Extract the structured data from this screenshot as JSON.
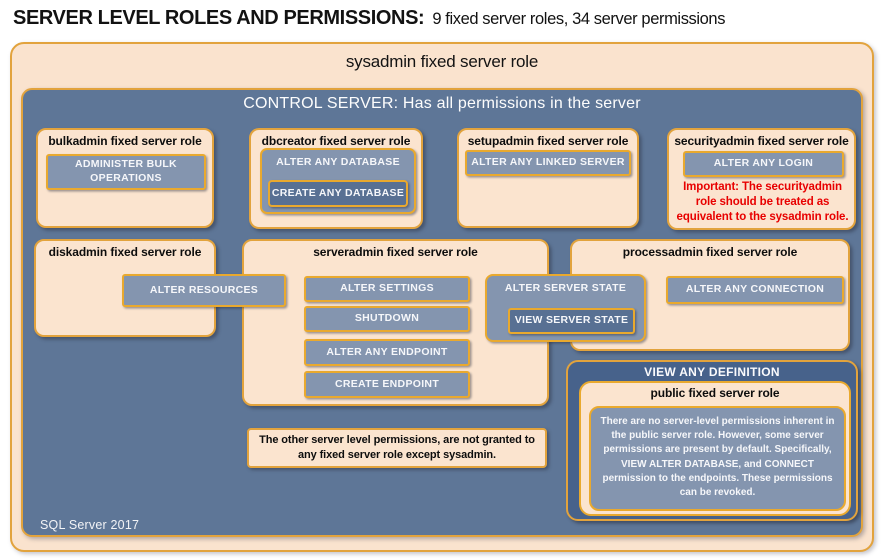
{
  "header": {
    "title_bold": "SERVER LEVEL ROLES AND PERMISSIONS:",
    "title_regular": "9 fixed server roles, 34 server permissions"
  },
  "sysadmin_label": "sysadmin fixed server role",
  "control_label": "CONTROL SERVER: Has all permissions in the server",
  "footer_label": "SQL Server 2017",
  "note": "The other server level permissions, are not granted to any fixed server role except sysadmin.",
  "roles": {
    "bulkadmin": {
      "title": "bulkadmin fixed server role",
      "perm": "ADMINISTER BULK OPERATIONS"
    },
    "dbcreator": {
      "title": "dbcreator fixed server role",
      "perm_outer": "ALTER ANY DATABASE",
      "perm_inner": "CREATE ANY DATABASE"
    },
    "setupadmin": {
      "title": "setupadmin fixed server role",
      "perm": "ALTER ANY LINKED SERVER"
    },
    "securityadmin": {
      "title": "securityadmin fixed server role",
      "perm": "ALTER ANY LOGIN",
      "warning": "Important: The securityadmin role should be treated as equivalent to the sysadmin role."
    },
    "diskadmin": {
      "title": "diskadmin fixed server role",
      "perm": "ALTER RESOURCES"
    },
    "serveradmin": {
      "title": "serveradmin fixed server role",
      "perms": [
        "ALTER SETTINGS",
        "SHUTDOWN",
        "ALTER ANY ENDPOINT",
        "CREATE ENDPOINT"
      ],
      "perm_state_outer": "ALTER SERVER STATE",
      "perm_state_inner": "VIEW SERVER STATE"
    },
    "processadmin": {
      "title": "processadmin fixed server role",
      "perm": "ALTER ANY CONNECTION"
    },
    "public": {
      "container_label": "VIEW ANY DEFINITION",
      "title": "public fixed server role",
      "description": "There are no server-level permissions inherent in the public server role. However, some server permissions are present by default. Specifically, VIEW ALTER DATABASE, and CONNECT permission to the endpoints. These permissions can be revoked."
    }
  },
  "colors": {
    "peach": "#FBE4CF",
    "gold_border": "#E2A33D",
    "button_gold_border": "#E9A92E",
    "slate_panel": "#5E7697",
    "button_slate": "#8495AF",
    "button_dark_slate": "#587093",
    "dark_panel": "#47628B",
    "warning_red": "#E80000",
    "text_white": "#F6F7FA",
    "text_black": "#0D0D0D"
  }
}
